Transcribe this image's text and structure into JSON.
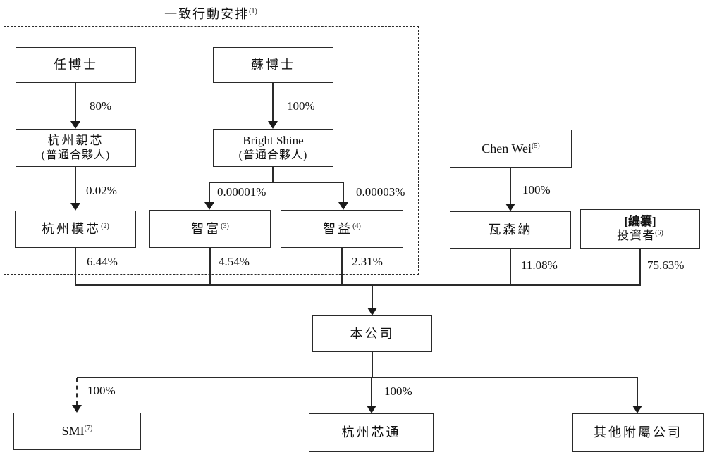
{
  "diagram": {
    "title": {
      "text": "一致行動安排",
      "sup": "(1)"
    },
    "colors": {
      "line": "#2a2a2a",
      "box_border": "#2a2a2a",
      "background": "#ffffff",
      "text": "#111111"
    },
    "nodes": {
      "ren": {
        "line1": "任博士"
      },
      "su": {
        "line1": "蘇博士"
      },
      "hangzhou_qinxin": {
        "line1": "杭州親芯",
        "line2": "(普通合夥人)"
      },
      "bright_shine": {
        "line1": "Bright Shine",
        "line2": "(普通合夥人)"
      },
      "hangzhou_moxin": {
        "line1": "杭州模芯",
        "sup": "(2)"
      },
      "zhifu": {
        "line1": "智富",
        "sup": "(3)"
      },
      "zhiyi": {
        "line1": "智益",
        "sup": "(4)"
      },
      "chen_wei": {
        "line1": "Chen Wei",
        "sup": "(5)"
      },
      "wasenna": {
        "line1": "瓦森納"
      },
      "investors": {
        "line1": "[編纂]",
        "line2": "投資者",
        "sup": "(6)"
      },
      "company": {
        "line1": "本公司"
      },
      "smi": {
        "line1": "SMI",
        "sup": "(7)"
      },
      "hangzhou_xintong": {
        "line1": "杭州芯通"
      },
      "other_subsidiaries": {
        "line1": "其他附屬公司"
      }
    },
    "edge_labels": {
      "ren_to_qinxin": "80%",
      "su_to_bright_shine": "100%",
      "qinxin_to_moxin": "0.02%",
      "bright_shine_to_zhifu": "0.00001%",
      "bright_shine_to_zhiyi": "0.00003%",
      "chen_wei_to_wasenna": "100%",
      "moxin_to_company": "6.44%",
      "zhifu_to_company": "4.54%",
      "zhiyi_to_company": "2.31%",
      "wasenna_to_company": "11.08%",
      "investors_to_company": "75.63%",
      "company_to_smi": "100%",
      "company_to_xintong": "100%"
    }
  }
}
